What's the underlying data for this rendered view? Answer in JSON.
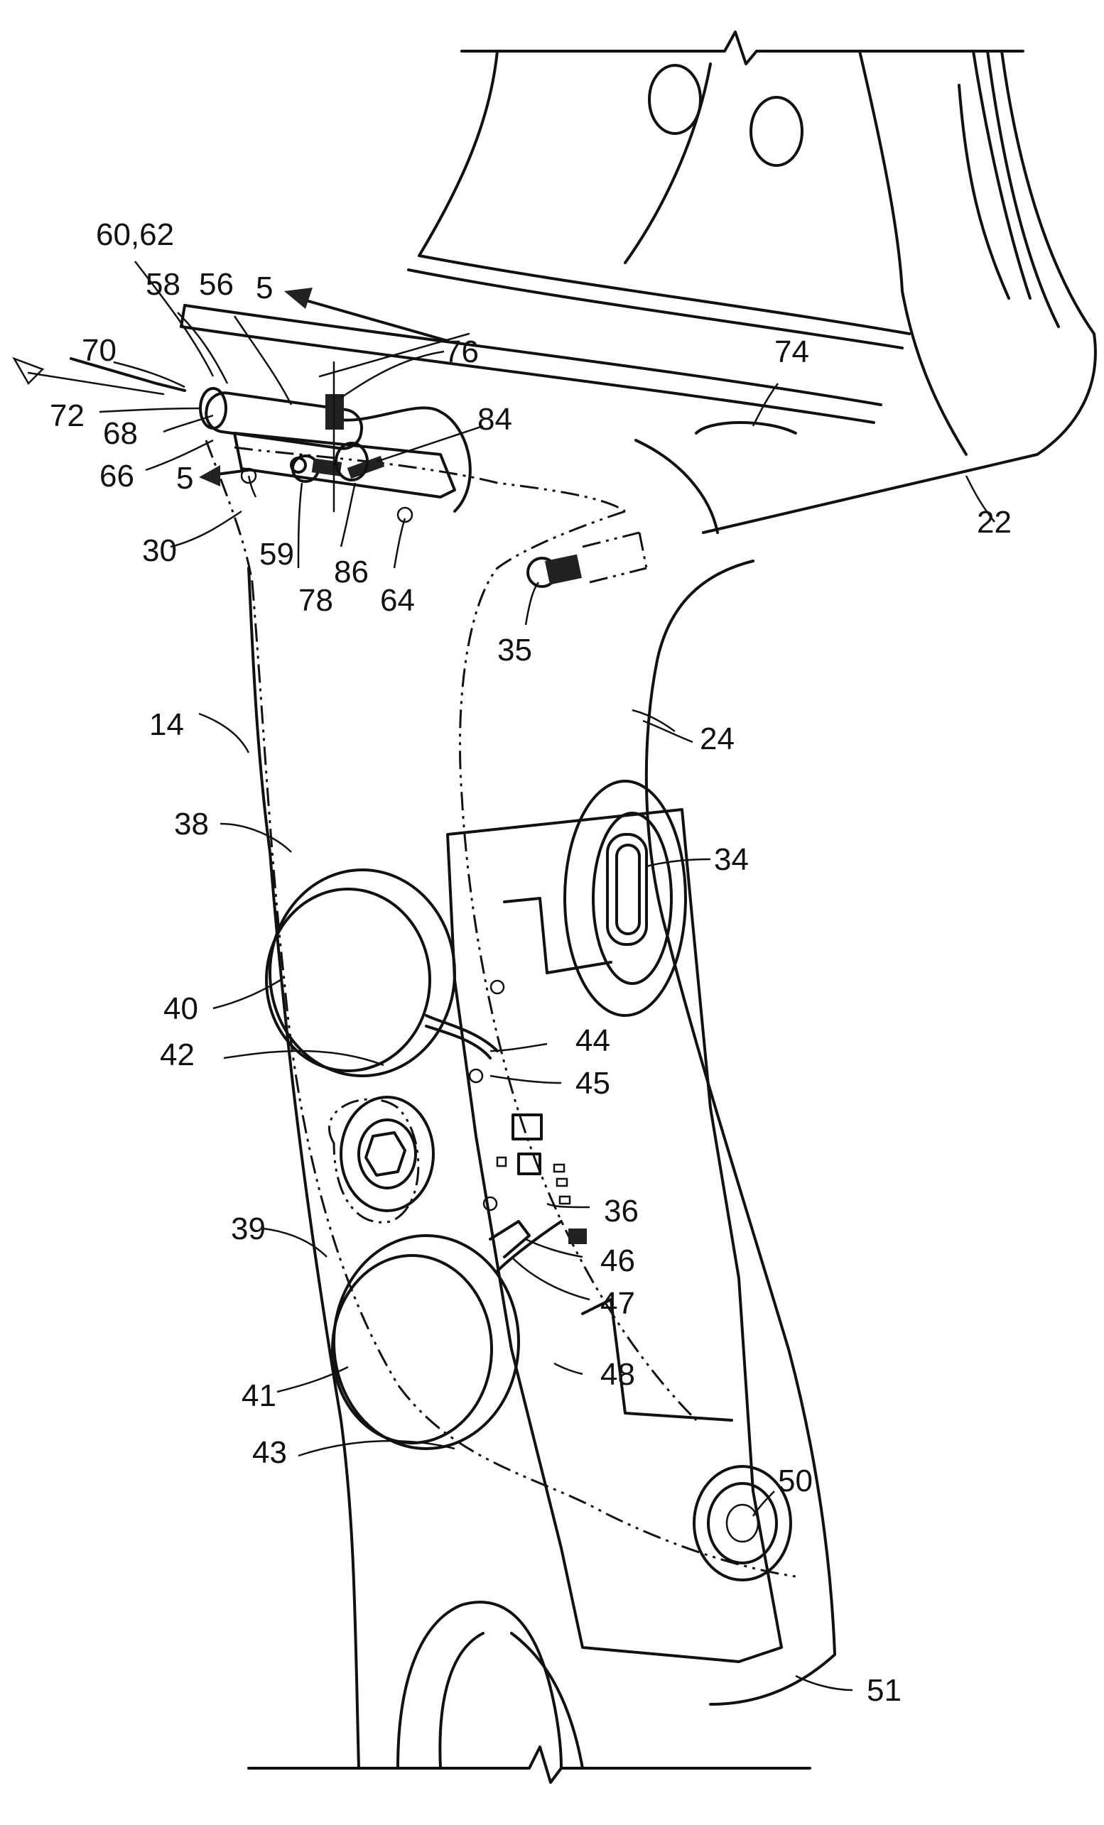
{
  "figure": {
    "labels": [
      "60,62",
      "58",
      "56",
      "5",
      "70",
      "72",
      "76",
      "84",
      "68",
      "66",
      "5",
      "74",
      "22",
      "30",
      "59",
      "78",
      "86",
      "64",
      "35",
      "14",
      "24",
      "38",
      "34",
      "40",
      "42",
      "44",
      "45",
      "36",
      "46",
      "39",
      "47",
      "48",
      "41",
      "43",
      "50",
      "51"
    ]
  }
}
